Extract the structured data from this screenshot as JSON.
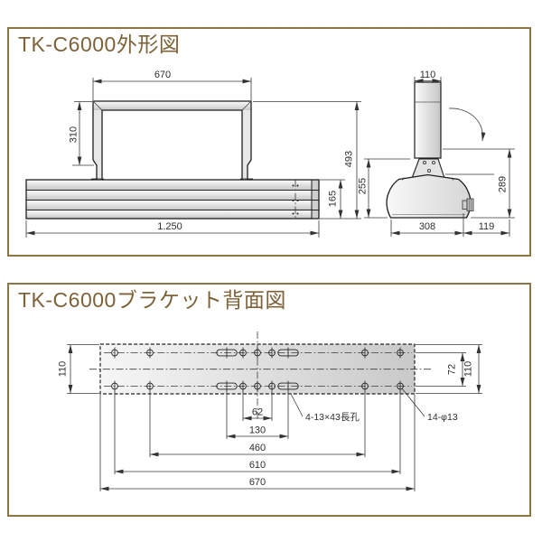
{
  "outline": {
    "title": "TK-C6000外形図",
    "front": {
      "top_width": "670",
      "bracket_height": "310",
      "total_height": "493",
      "bar_height": "165",
      "bar_width": "1.250"
    },
    "side": {
      "post_width": "110",
      "body_height": "255",
      "mount_height": "289",
      "body_width": "308",
      "rear_offset": "119"
    }
  },
  "bracket": {
    "title": "TK-C6000ブラケット背面図",
    "plate_height_left": "110",
    "center_hole_span": "62",
    "slot_span": "130",
    "inner_hole_span": "460",
    "outer_hole_span": "610",
    "plate_width": "670",
    "row_gap": "72",
    "plate_height_right": "110",
    "slot_callout": "4-13×43長孔",
    "hole_callout": "14-φ13"
  }
}
